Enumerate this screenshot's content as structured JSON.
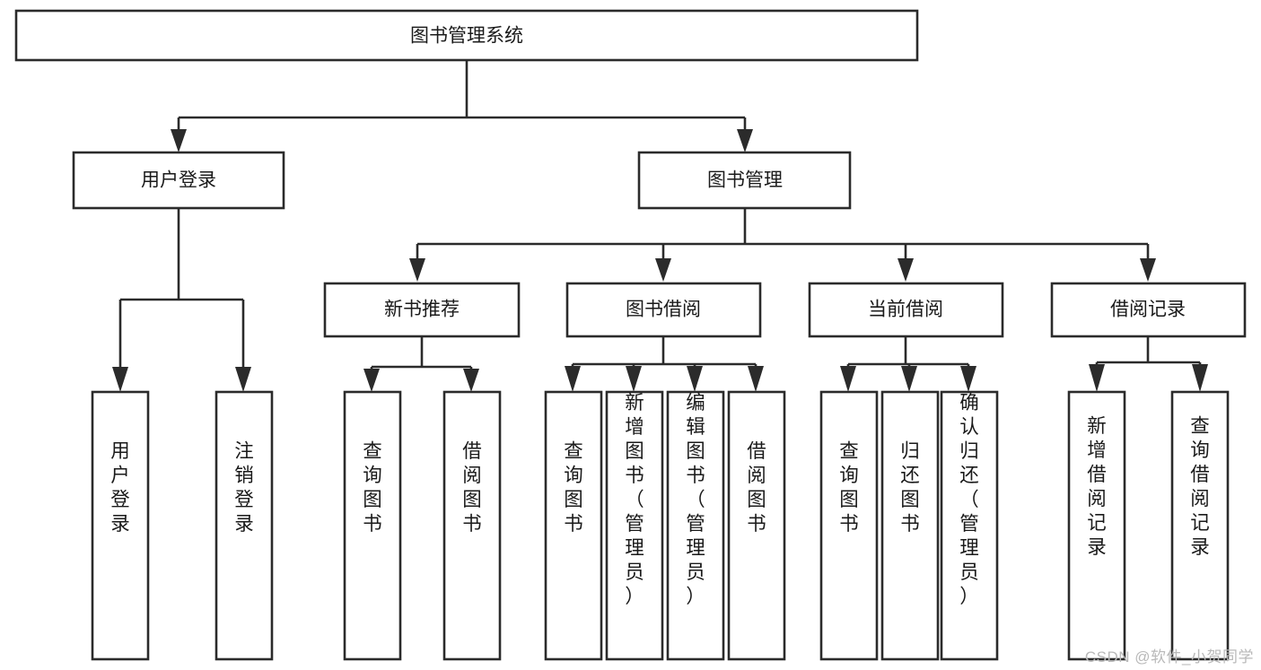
{
  "diagram": {
    "type": "tree-hierarchy",
    "title": "图书管理系统",
    "watermark": "CSDN @软件_小贺同学",
    "colors": {
      "stroke": "#2b2b2b",
      "box_fill": "#ffffff",
      "text": "#1a1a1a",
      "background": "#ffffff",
      "watermark": "#b9b9b9"
    },
    "levels": {
      "root": {
        "label": "图书管理系统"
      },
      "level2": [
        {
          "label": "用户登录"
        },
        {
          "label": "图书管理"
        }
      ],
      "level3": [
        {
          "label": "新书推荐"
        },
        {
          "label": "图书借阅"
        },
        {
          "label": "当前借阅"
        },
        {
          "label": "借阅记录"
        }
      ],
      "leaves": {
        "user_login": [
          {
            "label": "用户登录"
          },
          {
            "label": "注销登录"
          }
        ],
        "new_book_recommend": [
          {
            "label": "查询图书"
          },
          {
            "label": "借阅图书"
          }
        ],
        "book_borrow": [
          {
            "label": "查询图书"
          },
          {
            "label": "新增图书（管理员）"
          },
          {
            "label": "编辑图书（管理员）"
          },
          {
            "label": "借阅图书"
          }
        ],
        "current_borrow": [
          {
            "label": "查询图书"
          },
          {
            "label": "归还图书"
          },
          {
            "label": "确认归还（管理员）"
          }
        ],
        "borrow_record": [
          {
            "label": "新增借阅记录"
          },
          {
            "label": "查询借阅记录"
          }
        ]
      }
    }
  }
}
